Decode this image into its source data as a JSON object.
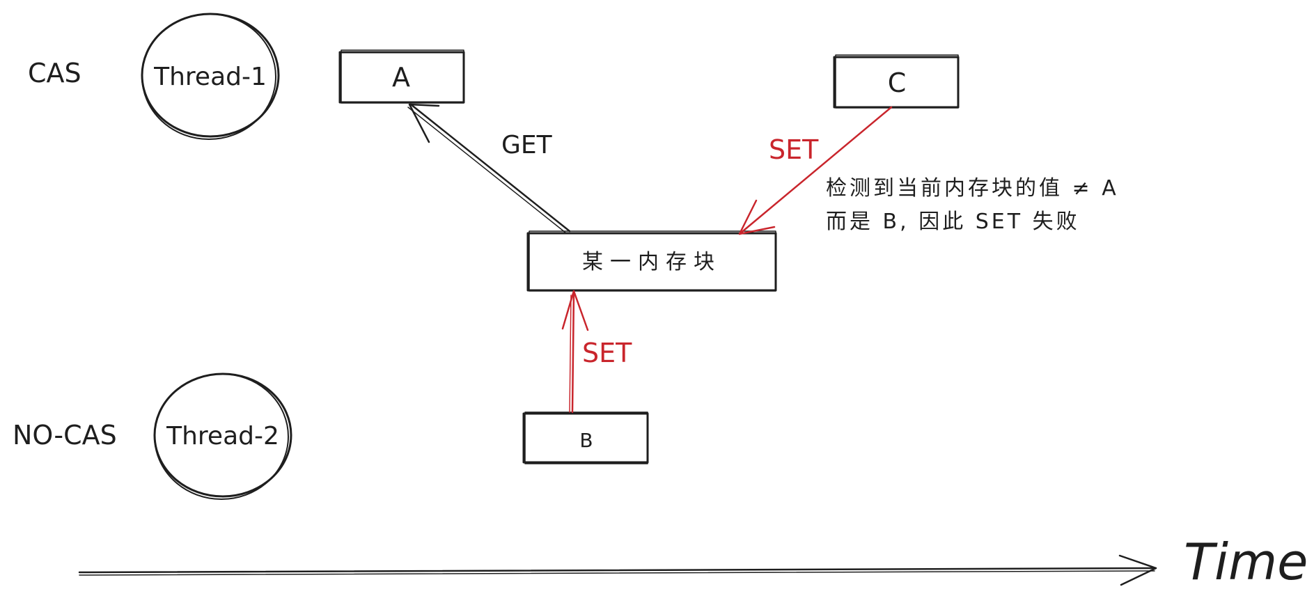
{
  "rows": {
    "cas_label": "CAS",
    "nocas_label": "NO-CAS"
  },
  "threads": {
    "thread1": "Thread-1",
    "thread2": "Thread-2"
  },
  "boxes": {
    "a": "A",
    "c": "C",
    "memory": "某一内存块",
    "b": "B"
  },
  "arrows": {
    "get": "GET",
    "set_c": "SET",
    "set_b": "SET"
  },
  "note": {
    "line1": "检测到当前内存块的值 ≠ A",
    "line2": "而是 B, 因此 SET 失败"
  },
  "timeline": {
    "label": "Time"
  },
  "colors": {
    "ink": "#1e1e1e",
    "accent_red": "#c9252c",
    "hatch": "#c6ccd6"
  }
}
